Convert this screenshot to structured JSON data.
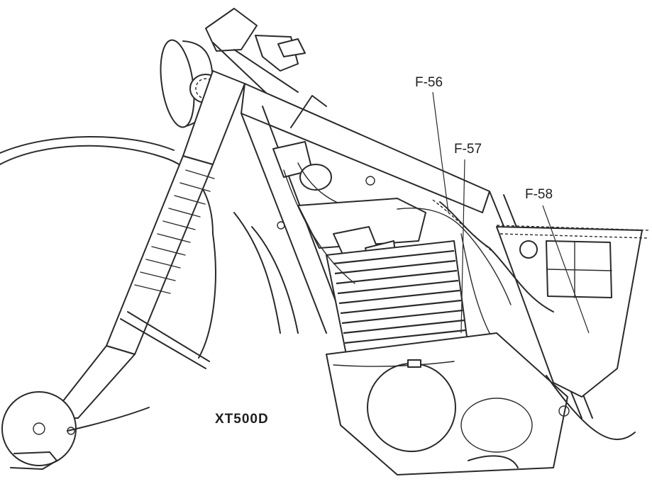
{
  "labels": {
    "f56": "F-56",
    "f57": "F-57",
    "f58": "F-58",
    "model": "XT500D"
  },
  "colors": {
    "ink": "#2a2a2a",
    "paper": "#ffffff"
  }
}
